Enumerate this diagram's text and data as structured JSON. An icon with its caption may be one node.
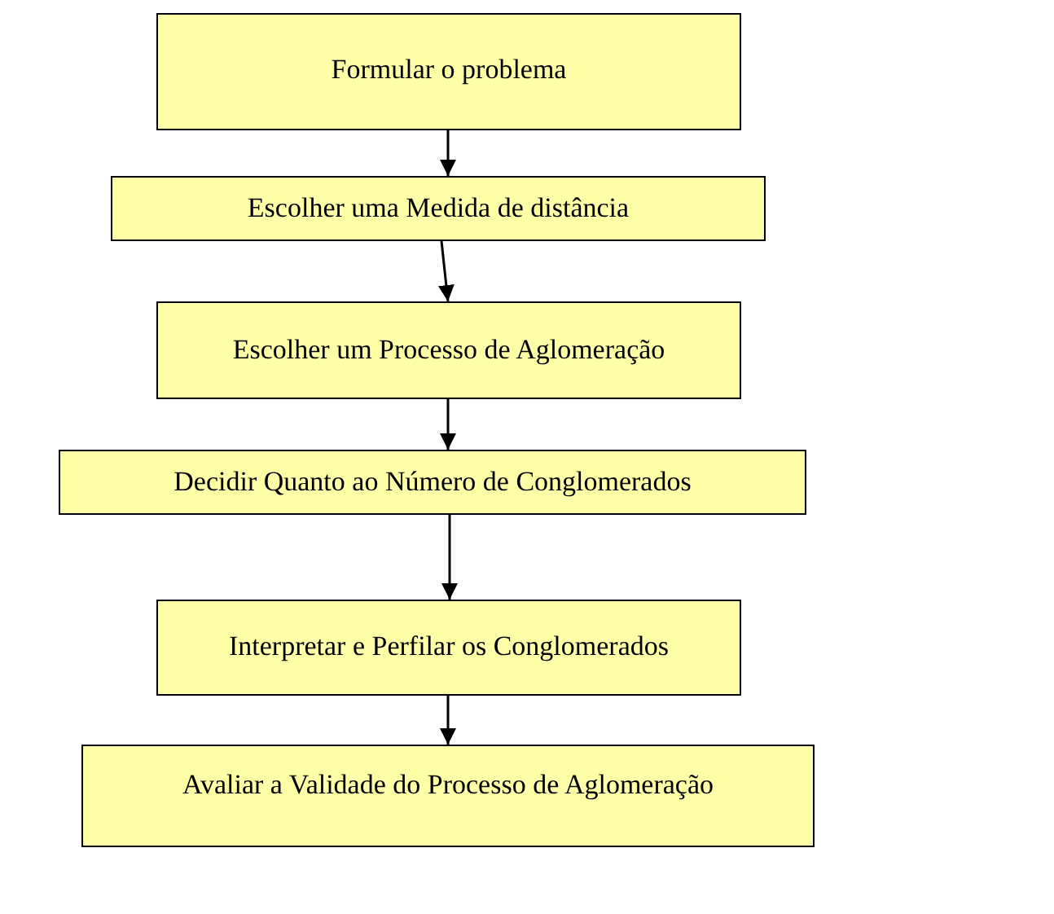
{
  "diagram": {
    "nodes": [
      {
        "text": [
          "Formular o problema"
        ]
      },
      {
        "text": [
          "Escolher uma Medida de distância"
        ]
      },
      {
        "text": [
          "Escolher um Processo de Aglomeração"
        ]
      },
      {
        "text": [
          "Decidir Quanto ao Número de Conglomerados"
        ]
      },
      {
        "text": [
          "Interpretar e Perfilar os Conglomerados"
        ]
      },
      {
        "text": [
          "Avaliar a Validade do Processo de Aglomeração"
        ]
      }
    ],
    "edges": [
      {
        "from": 0,
        "to": 1,
        "arrow": "to"
      },
      {
        "from": 1,
        "to": 2,
        "arrow": "to"
      },
      {
        "from": 2,
        "to": 3,
        "arrow": "to"
      },
      {
        "from": 3,
        "to": 4,
        "arrow": "to"
      },
      {
        "from": 4,
        "to": 5,
        "arrow": "to"
      }
    ]
  }
}
